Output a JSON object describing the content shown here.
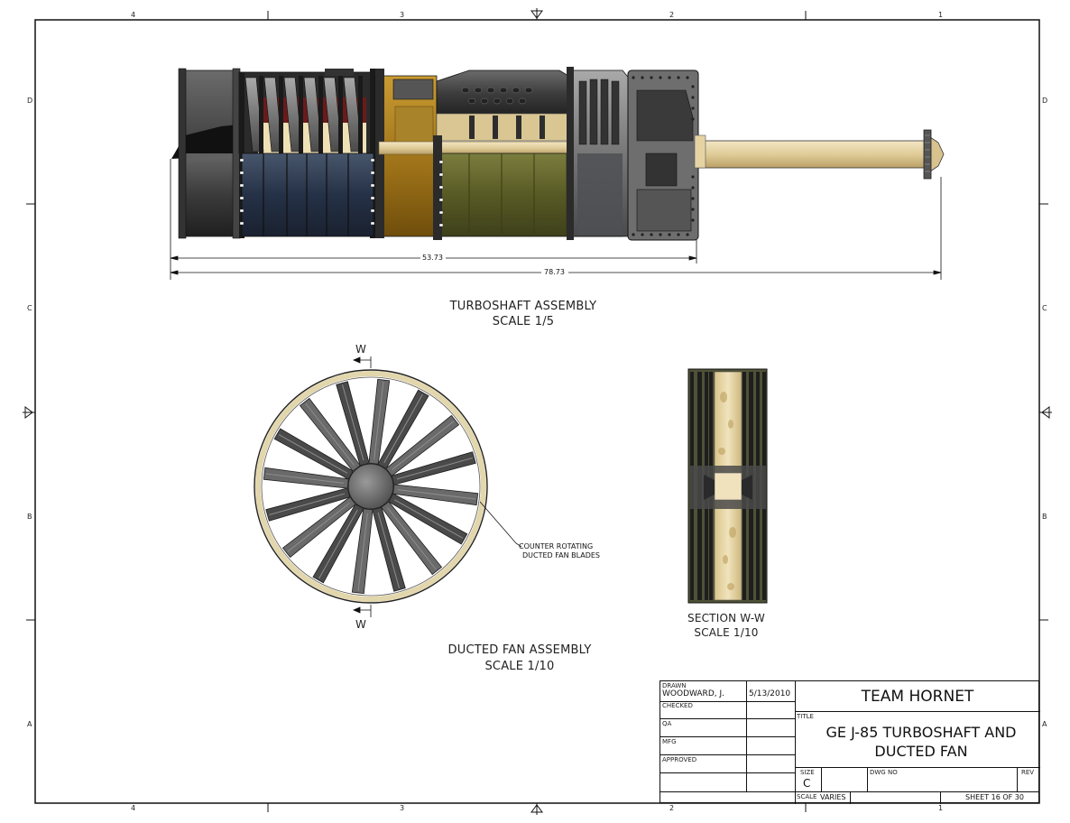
{
  "zones": {
    "columns": [
      "4",
      "3",
      "2",
      "1"
    ],
    "rows": [
      "D",
      "C",
      "B",
      "A"
    ]
  },
  "views": {
    "turboshaft": {
      "title": "TURBOSHAFT ASSEMBLY",
      "scale": "SCALE 1/5"
    },
    "fan": {
      "title": "DUCTED FAN ASSEMBLY",
      "scale": "SCALE 1/10"
    },
    "section": {
      "title": "SECTION W-W",
      "scale": "SCALE 1/10"
    }
  },
  "dimensions": {
    "inner": "53.73",
    "overall": "78.73"
  },
  "section_marker": "W",
  "callout": {
    "line1": "COUNTER ROTATING",
    "line2": "DUCTED FAN BLADES"
  },
  "title_block": {
    "drawn_label": "DRAWN",
    "drawn_name": "WOODWARD, J.",
    "drawn_date": "5/13/2010",
    "checked_label": "CHECKED",
    "qa_label": "QA",
    "mfg_label": "MFG",
    "approved_label": "APPROVED",
    "company": "TEAM HORNET",
    "title_label": "TITLE",
    "title_line1": "GE J-85 TURBOSHAFT AND",
    "title_line2": "DUCTED FAN",
    "size_label": "SIZE",
    "size_value": "C",
    "dwg_label": "DWG NO",
    "rev_label": "REV",
    "scale_label": "SCALE",
    "scale_value": "VARIES",
    "sheet": "SHEET 16 OF 30"
  },
  "colors": {
    "compressor_blue": "#2d3a4e",
    "combustor_olive": "#5c5f2a",
    "bronze": "#b88a25",
    "shaft_cream": "#e6d3a4",
    "steel": "#3a3a3a",
    "fan_ring": "#e8dcb4"
  }
}
